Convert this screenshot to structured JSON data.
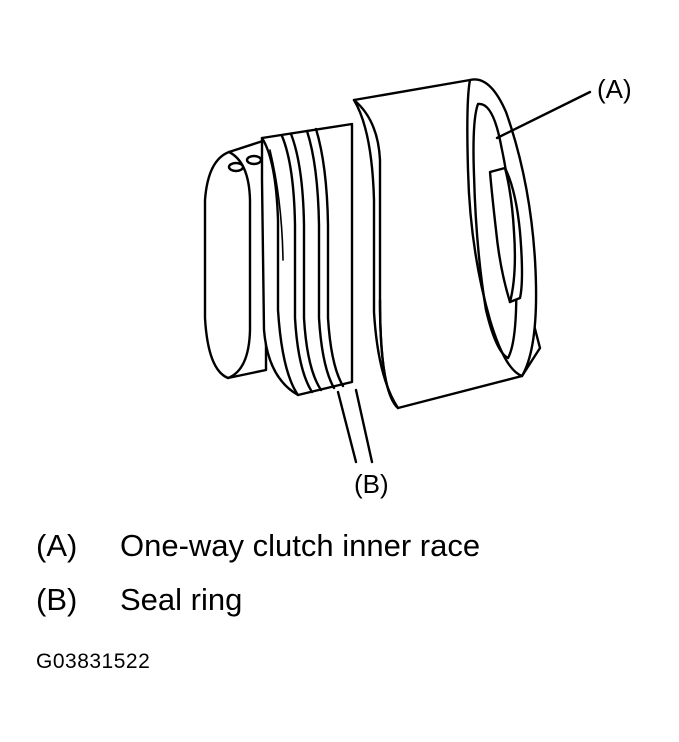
{
  "callouts": {
    "a": "(A)",
    "b": "(B)"
  },
  "legend": [
    {
      "key": "(A)",
      "label": "One-way clutch inner race"
    },
    {
      "key": "(B)",
      "label": "Seal ring"
    }
  ],
  "figure_id": "G03831522"
}
